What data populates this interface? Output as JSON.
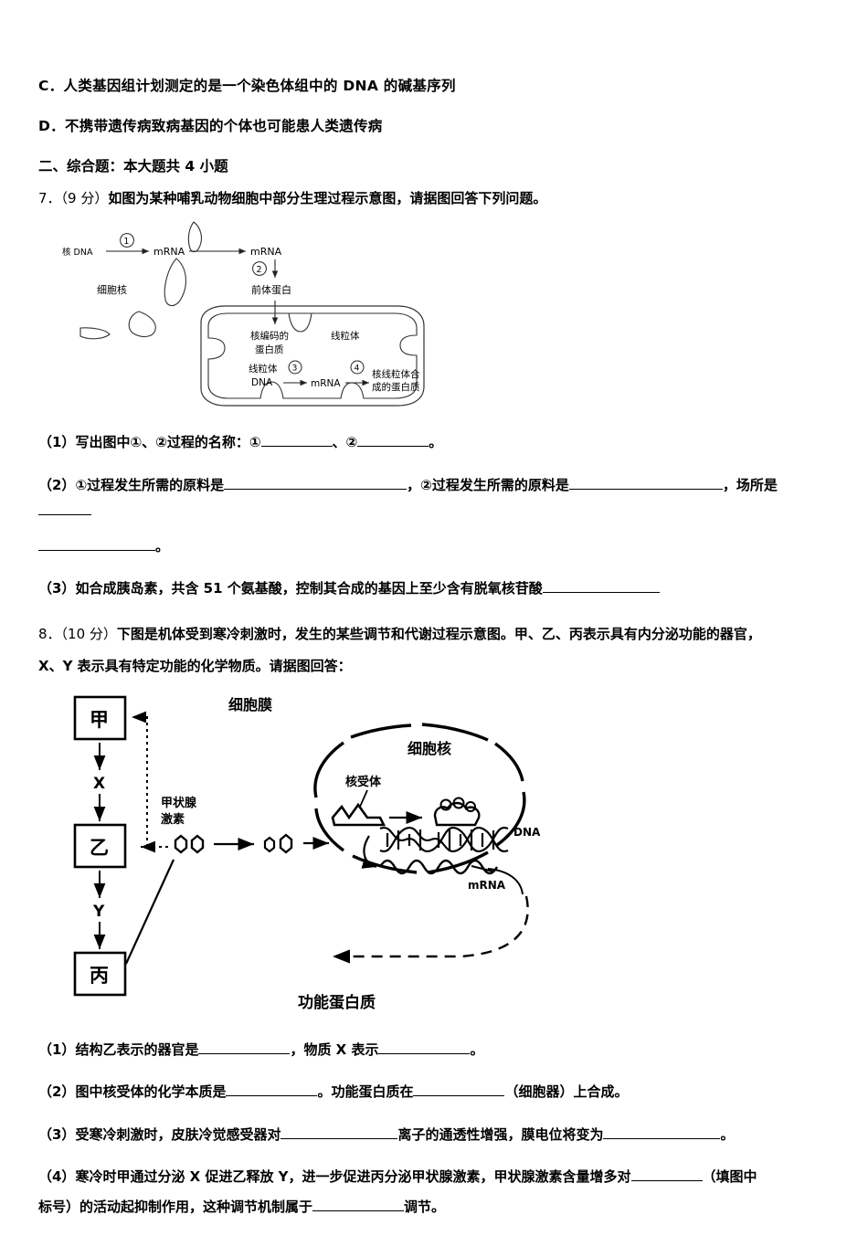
{
  "page": {
    "options": [
      {
        "label": "C．",
        "text": "人类基因组计划测定的是一个染色体组中的 DNA 的碱基序列"
      },
      {
        "label": "D．",
        "text": "不携带遗传病致病基因的个体也可能患人类遗传病"
      }
    ],
    "section_heading": "二、综合题：本大题共 4 小题",
    "question7": {
      "number": "7．",
      "score": "（9 分）",
      "stem": "如图为某种哺乳动物细胞中部分生理过程示意图，请据图回答下列问题。",
      "figure": {
        "caption_nucleus": "细胞核",
        "nuclear_dna": "核 DNA",
        "mrna_1": "mRNA",
        "mrna_2": "mRNA",
        "step1": "①",
        "step2": "②",
        "step3": "③",
        "step4": "④",
        "precursor_protein": "前体蛋白",
        "nuclear_encoded_protein_l1": "核编码的",
        "nuclear_encoded_protein_l2": "蛋白质",
        "mitochondrion": "线粒体",
        "mito_dna_l1": "线粒体",
        "mito_dna_l2": "DNA",
        "mrna_3": "mRNA",
        "mito_protein_l1": "核线粒体合",
        "mito_protein_l2": "成的蛋白质"
      },
      "sub": [
        {
          "id": "（1）",
          "parts": [
            "写出图中①、②过程的名称：①",
            "、②",
            "。"
          ],
          "blanks": [
            "b-sm",
            "b-sm"
          ]
        },
        {
          "id": "（2）",
          "parts": [
            "①过程发生所需的原料是",
            "，②过程发生所需的原料是",
            "，场所是",
            ""
          ],
          "blanks": [
            "b-xxl",
            "b-xl",
            "b-xs"
          ]
        },
        {
          "id": "",
          "parts": [
            "",
            "。"
          ],
          "blanks": [
            "b-lg"
          ]
        },
        {
          "id": "（3）",
          "parts": [
            "如合成胰岛素，共含 51 个氨基酸，控制其合成的基因上至少含有脱氧核苷酸",
            ""
          ],
          "blanks": [
            "b-lg"
          ]
        }
      ]
    },
    "question8": {
      "number": "8．",
      "score": "（10 分）",
      "stem_line1": "下图是机体受到寒冷刺激时，发生的某些调节和代谢过程示意图。甲、乙、丙表示具有内分泌功能的器官，",
      "stem_line2": "X、Y 表示具有特定功能的化学物质。请据图回答：",
      "figure": {
        "box_jia": "甲",
        "box_yi": "乙",
        "box_bing": "丙",
        "label_x": "X",
        "label_y": "Y",
        "thyroid_hormone_l1": "甲状腺",
        "thyroid_hormone_l2": "激素",
        "cell_membrane": "细胞膜",
        "nucleus": "细胞核",
        "nuclear_receptor": "核受体",
        "dna": "DNA",
        "mrna": "mRNA",
        "functional_protein": "功能蛋白质"
      },
      "sub": [
        {
          "id": "（1）",
          "t1": "结构乙表示的器官是",
          "t2": "，物质 X 表示",
          "t3": "。"
        },
        {
          "id": "（2）",
          "t1": "图中核受体的化学本质是",
          "t2": "。功能蛋白质在",
          "t3": "（细胞器）上合成。"
        },
        {
          "id": "（3）",
          "t1": "受寒冷刺激时，皮肤冷觉感受器对",
          "t2": "离子的通透性增强，膜电位将变为",
          "t3": "。"
        },
        {
          "id": "（4）",
          "t1": "寒冷时甲通过分泌 X 促进乙释放 Y，进一步促进丙分泌甲状腺激素，甲状腺激素含量增多对",
          "t2": "（填图中",
          "t3": "标号）的活动起抑制作用，这种调节机制属于",
          "t4": "调节。"
        }
      ]
    }
  }
}
